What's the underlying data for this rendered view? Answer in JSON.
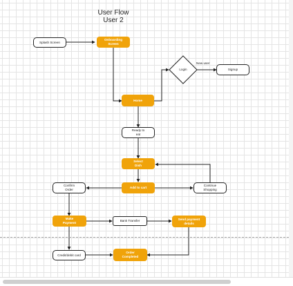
{
  "diagram": {
    "title_line1": "User Flow",
    "title_line2": "User 2",
    "nodes": {
      "splash": "Splash Screen",
      "onboarding": "Onboarding\nScreen",
      "login": "Login",
      "signup": "Signup",
      "home": "Home",
      "ready": "Ready to\neat",
      "select_dish": "Select\nDish",
      "add_to_cart": "Add to cart",
      "confirm_order": "Confirm\nOrder",
      "continue_shopping": "Continue\nShopping",
      "make_payment": "Make\nPayment",
      "bank_transfer": "Bank Transfer",
      "send_payment": "Send payment\ndetails",
      "card": "Credit/debit card",
      "completed": "Order\nCompleted"
    },
    "edge_labels": {
      "new_user": "New user"
    },
    "colors": {
      "accent": "#f0a30a",
      "stroke": "#222222",
      "grid": "#e4e4e4"
    }
  }
}
